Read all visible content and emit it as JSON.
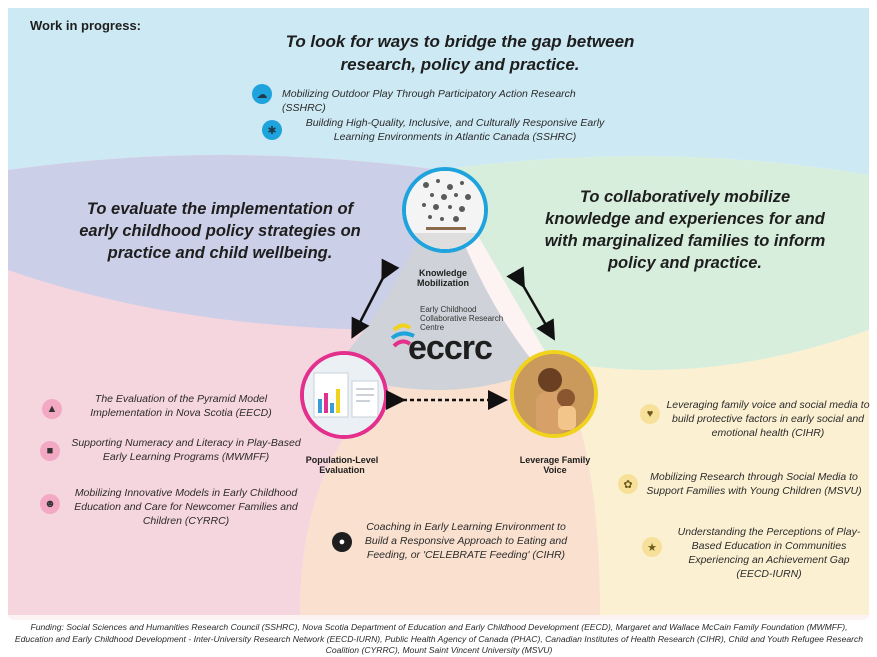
{
  "wip_label": "Work in progress:",
  "top": {
    "heading": "To look for ways to bridge the gap between research, policy and practice.",
    "items": [
      {
        "icon": "cloud-icon",
        "text": "Mobilizing Outdoor Play Through Participatory Action Research (SSHRC)"
      },
      {
        "icon": "puzzle-icon",
        "text": "Building High-Quality, Inclusive, and Culturally Responsive Early Learning Environments in Atlantic Canada (SSHRC)"
      }
    ]
  },
  "left": {
    "heading": "To evaluate the implementation of early childhood policy strategies on practice and child wellbeing.",
    "items": [
      {
        "icon": "pyramid-icon",
        "text": "The Evaluation of the Pyramid Model Implementation in Nova Scotia (EECD)"
      },
      {
        "icon": "abc-blocks-icon",
        "text": "Supporting Numeracy and Literacy in Play-Based Early Learning Programs (MWMFF)"
      },
      {
        "icon": "family-icon",
        "text": "Mobilizing Innovative Models in Early Childhood Education and Care for Newcomer Families and Children (CYRRC)"
      }
    ]
  },
  "right": {
    "heading": "To collaboratively mobilize knowledge and experiences for and with marginalized families to inform policy and practice.",
    "items": [
      {
        "icon": "heart-hands-icon",
        "text": "Leveraging family voice and social media to build protective factors in early social and emotional health (CIHR)"
      },
      {
        "icon": "social-media-icon",
        "text": "Mobilizing Research through Social Media to Support Families with Young Children (MSVU)"
      },
      {
        "icon": "achievement-icon",
        "text": "Understanding the Perceptions of Play-Based Education in Communities Experiencing an Achievement Gap (EECD-IURN)"
      }
    ]
  },
  "bottom": {
    "items": [
      {
        "icon": "apple-icon",
        "text": "Coaching in Early Learning Environment to Build a Responsive Approach to Eating and Feeding, or 'CELEBRATE Feeding' (CIHR)"
      }
    ]
  },
  "nodes": {
    "knowledge": "Knowledge Mobilization",
    "population": "Population-Level Evaluation",
    "family": "Leverage Family Voice"
  },
  "center": {
    "org_name": "Early Childhood Collaborative Research Centre",
    "logo_text": "eccrc"
  },
  "funding": "Funding: Social Sciences and Humanities Research Council (SSHRC), Nova Scotia Department of Education and Early Childhood Development (EECD), Margaret and Wallace McCain Family Foundation (MWMFF), Education and Early Childhood Development - Inter-University Research Network (EECD-IURN), Public Health Agency of Canada (PHAC), Canadian Institutes of Health Research (CIHR), Child and Youth Refugee Research Coalition (CYRRC), Mount Saint Vincent University (MSVU)",
  "colors": {
    "top_region": "#cde9f4",
    "left_region": "#f6d6de",
    "right_region": "#d8eedd",
    "bottom_region": "#f9e0cf",
    "right_bottom_region": "#fbf0d2",
    "center_overlap": "#cfd2d8",
    "node_blue": "#1fa3dc",
    "node_pink": "#e2308c",
    "node_yellow": "#f1d21c"
  }
}
